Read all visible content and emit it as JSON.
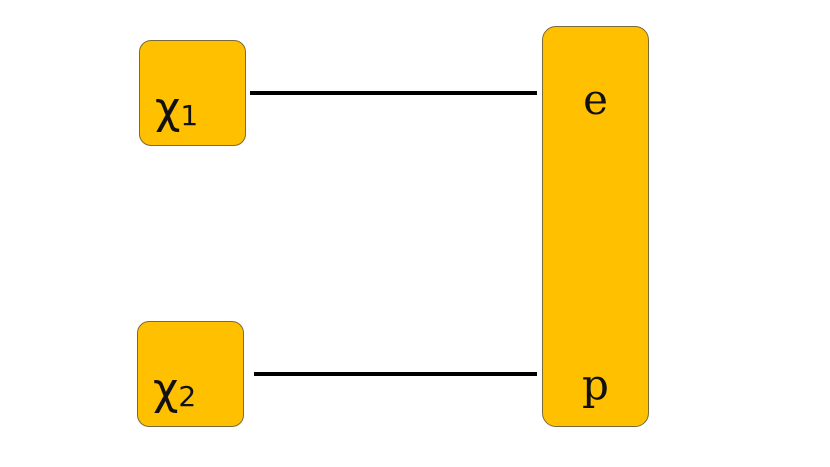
{
  "colors": {
    "node_fill": "#FFC000",
    "node_border": "#7a6a3a",
    "edge": "#000000",
    "text": "#111111"
  },
  "nodes": {
    "chi1": {
      "symbol": "χ",
      "subscript": "1"
    },
    "chi2": {
      "symbol": "χ",
      "subscript": "2"
    },
    "bar": {
      "top_label": "e",
      "bottom_label": "p"
    }
  }
}
